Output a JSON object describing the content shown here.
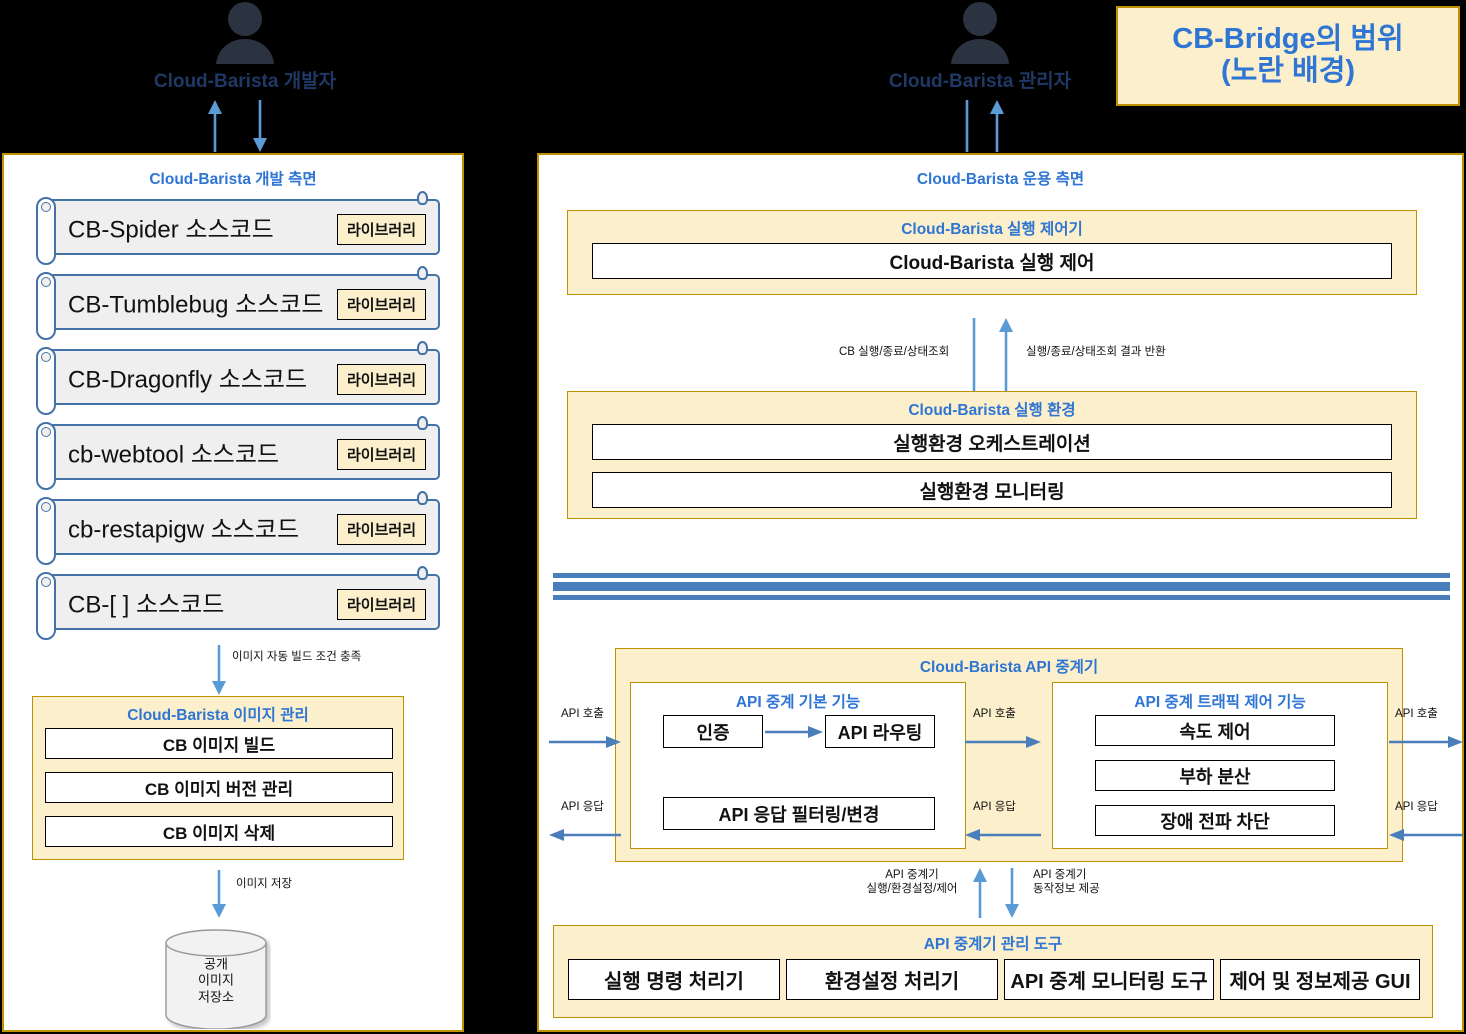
{
  "legend": {
    "line1": "CB-Bridge의 범위",
    "line2": "(노란 배경)"
  },
  "actors": [
    {
      "name": "developer",
      "label": "Cloud-Barista 개발자",
      "icon": "person-icon"
    },
    {
      "name": "operator",
      "label": "Cloud-Barista 관리자",
      "icon": "person-icon"
    }
  ],
  "left_panel": {
    "title": "Cloud-Barista 개발 측면",
    "source_items": [
      {
        "label": "CB-Spider 소스코드",
        "badge": "라이브러리"
      },
      {
        "label": "CB-Tumblebug 소스코드",
        "badge": "라이브러리"
      },
      {
        "label": "CB-Dragonfly 소스코드",
        "badge": "라이브러리"
      },
      {
        "label": "cb-webtool 소스코드",
        "badge": "라이브러리"
      },
      {
        "label": "cb-restapigw 소스코드",
        "badge": "라이브러리"
      },
      {
        "label": "CB-[      ] 소스코드",
        "badge": "라이브러리"
      }
    ],
    "build_arrow_label": "이미지 자동 빌드 조건 충족",
    "image_mgmt": {
      "title": "Cloud-Barista 이미지 관리",
      "items": [
        "CB 이미지 빌드",
        "CB 이미지 버전 관리",
        "CB 이미지 삭제"
      ]
    },
    "store_arrow_label": "이미지 저장",
    "repository": "공개\n이미지\n저장소"
  },
  "right_panel": {
    "title": "Cloud-Barista 운용 측면",
    "exec_controller": {
      "title": "Cloud-Barista 실행 제어기",
      "items": [
        "Cloud-Barista 실행 제어"
      ]
    },
    "controller_arrows": {
      "down_label": "CB 실행/종료/상태조회",
      "up_label": "실행/종료/상태조회 결과 반환"
    },
    "exec_environment": {
      "title": "Cloud-Barista 실행 환경",
      "items": [
        "실행환경 오케스트레이션",
        "실행환경 모니터링"
      ]
    },
    "api_relay": {
      "title": "Cloud-Barista API 중계기",
      "basic": {
        "title": "API 중계 기본 기능",
        "auth": "인증",
        "routing": "API 라우팅",
        "response_filter": "API 응답 필터링/변경"
      },
      "traffic": {
        "title": "API 중계 트래픽 제어 기능",
        "items": [
          "속도 제어",
          "부하 분산",
          "장애 전파 차단"
        ]
      },
      "flow_labels": {
        "call": "API 호출",
        "response": "API 응답"
      }
    },
    "mgmt_arrows": {
      "up_line1": "API 중계기",
      "up_line2": "실행/환경설정/제어",
      "down_line1": "API 중계기",
      "down_line2": "동작정보 제공"
    },
    "mgmt_tools": {
      "title": "API 중계기 관리 도구",
      "items": [
        "실행 명령 처리기",
        "환경설정 처리기",
        "API 중계 모니터링 도구",
        "제어 및 정보제공 GUI"
      ]
    }
  },
  "colors": {
    "background": "#000000",
    "panel_border": "#BF9000",
    "panel_bg": "#FFFFFF",
    "yellow_bg": "#FCEFCB",
    "title_blue": "#2E75D4",
    "actor_blue": "#1F3864",
    "arrow_blue": "#5B9BD5",
    "divider_blue": "#4A7EBB",
    "scroll_border": "#4472A8",
    "scroll_bg": "#EFEFEF"
  }
}
